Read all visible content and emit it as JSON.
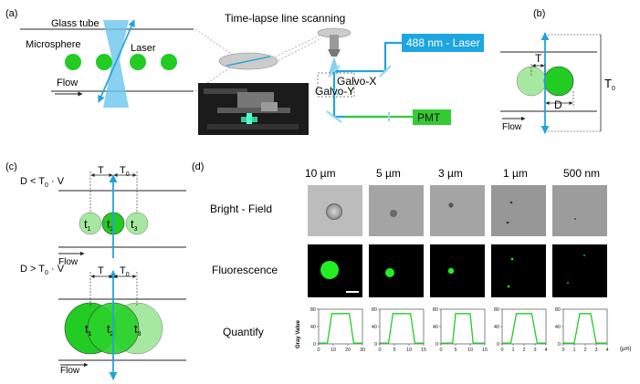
{
  "colors": {
    "green": "#22cc22",
    "green_light": "#a6e8a0",
    "cyan": "#22a3d8",
    "laser_box": "#1ea6e0",
    "pmt_green": "#33cc33",
    "text": "#222222"
  },
  "panel_a": {
    "label": "(a)",
    "glass_tube": "Glass tube",
    "microsphere": "Microsphere",
    "laser": "Laser",
    "flow": "Flow",
    "time_lapse": "Time-lapse line scanning",
    "laser_source": "488 nm - Laser",
    "galvo_x": "Galvo-X",
    "galvo_y": "Galvo-Y",
    "pmt": "PMT"
  },
  "panel_b": {
    "label": "(b)",
    "t_symbol": "T",
    "d_symbol": "D",
    "t0_main": "T",
    "t0_sub": "0",
    "flow": "Flow"
  },
  "panel_c": {
    "label": "(c)",
    "cond1_pre": "D < T",
    "cond1_sub": "0",
    "cond1_post": " · V",
    "cond2_pre": "D > T",
    "cond2_sub": "0",
    "cond2_post": " · V",
    "t_symbol": "T",
    "t0_main": "T",
    "t0_sub": "0",
    "t1_main": "t",
    "t1_sub": "1",
    "t2_main": "t",
    "t2_sub": "2",
    "t3_main": "t",
    "t3_sub": "3",
    "flow": "Flow"
  },
  "panel_d": {
    "label": "(d)",
    "sizes": [
      "10 µm",
      "5 µm",
      "3 µm",
      "1 µm",
      "500 nm"
    ],
    "rows": [
      "Bright - Field",
      "Fluorescence",
      "Quantify"
    ],
    "ylabel": "Gray Value",
    "unit_label": "(µm)"
  },
  "chart_data": [
    {
      "type": "line",
      "title": "10 µm",
      "ylabel": "Gray Value",
      "xlim": [
        0,
        30
      ],
      "ylim": [
        0,
        80
      ],
      "xticks": [
        0,
        10,
        20,
        30
      ],
      "yticks": [
        0,
        40,
        80
      ],
      "series": [
        {
          "x": [
            0,
            6,
            9,
            21,
            24,
            30
          ],
          "y": [
            2,
            2,
            70,
            70,
            2,
            2
          ]
        }
      ]
    },
    {
      "type": "line",
      "title": "5 µm",
      "xlim": [
        0,
        15
      ],
      "ylim": [
        0,
        80
      ],
      "xticks": [
        0,
        5,
        10,
        15
      ],
      "yticks": [
        0,
        40,
        80
      ],
      "series": [
        {
          "x": [
            0,
            3,
            4.5,
            10.5,
            12,
            15
          ],
          "y": [
            2,
            2,
            70,
            70,
            2,
            2
          ]
        }
      ]
    },
    {
      "type": "line",
      "title": "3 µm",
      "xlim": [
        0,
        15
      ],
      "ylim": [
        0,
        80
      ],
      "xticks": [
        0,
        5,
        10,
        15
      ],
      "yticks": [
        0,
        40,
        80
      ],
      "series": [
        {
          "x": [
            0,
            4,
            5,
            10,
            11,
            15
          ],
          "y": [
            2,
            2,
            70,
            70,
            2,
            2
          ]
        }
      ]
    },
    {
      "type": "line",
      "title": "1 µm",
      "xlim": [
        0,
        4
      ],
      "ylim": [
        0,
        80
      ],
      "xticks": [
        0,
        1,
        2,
        3,
        4
      ],
      "yticks": [
        0,
        40,
        80
      ],
      "series": [
        {
          "x": [
            0,
            0.8,
            1.3,
            2.7,
            3.2,
            4
          ],
          "y": [
            2,
            2,
            70,
            70,
            2,
            2
          ]
        }
      ]
    },
    {
      "type": "line",
      "title": "500 nm",
      "xlim": [
        0,
        4
      ],
      "ylim": [
        0,
        80
      ],
      "xticks": [
        0,
        1,
        2,
        3,
        4
      ],
      "yticks": [
        0,
        40,
        80
      ],
      "series": [
        {
          "x": [
            0,
            1,
            1.5,
            2.5,
            3,
            4
          ],
          "y": [
            2,
            2,
            70,
            70,
            2,
            2
          ]
        }
      ]
    }
  ]
}
